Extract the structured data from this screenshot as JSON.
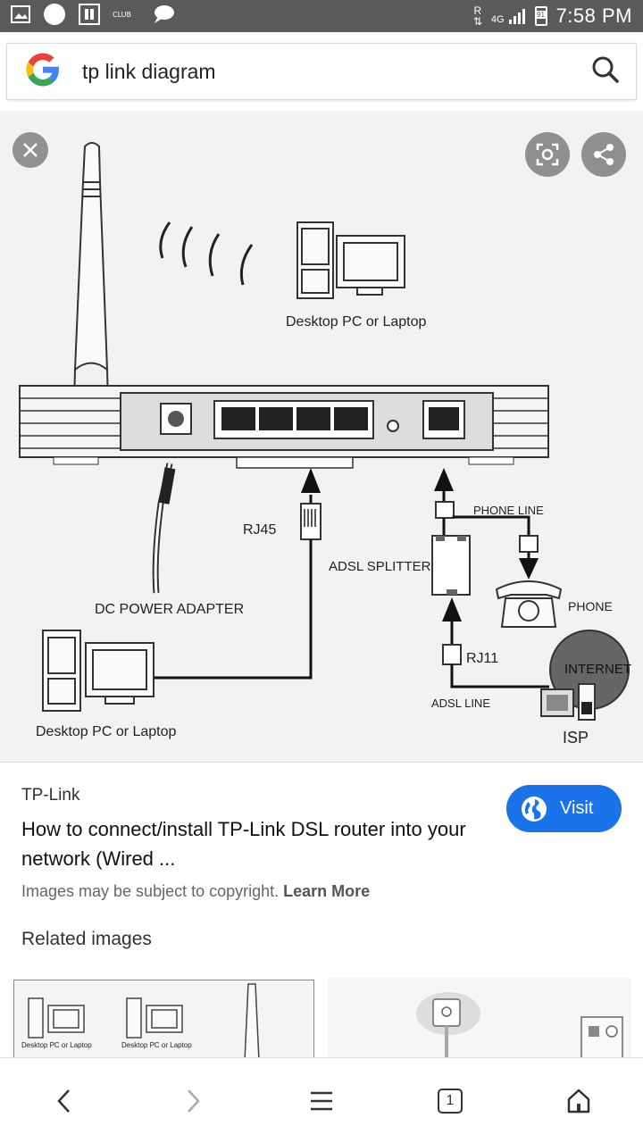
{
  "status_bar": {
    "time": "7:58 PM",
    "network": "4G",
    "roaming": "R",
    "battery": "91",
    "icons": [
      "image-icon",
      "circle-icon",
      "sim-icon",
      "club-icon",
      "chat-icon"
    ]
  },
  "search": {
    "query": "tp link diagram"
  },
  "diagram": {
    "top_pc_label": "Desktop PC or Laptop",
    "bottom_pc_label": "Desktop PC or Laptop",
    "dc_label": "DC POWER ADAPTER",
    "rj45_label": "RJ45",
    "splitter_label": "ADSL SPLITTER",
    "phone_line_label": "PHONE LINE",
    "phone_label": "PHONE",
    "rj11_label": "RJ11",
    "internet_label": "INTERNET",
    "adsl_line_label": "ADSL LINE",
    "isp_label": "ISP"
  },
  "result": {
    "source": "TP-Link",
    "title": "How to connect/install TP-Link DSL router into your network (Wired ...",
    "copyright": "Images may be subject to copyright.",
    "learn_more": "Learn More",
    "visit_label": "Visit",
    "related_label": "Related images",
    "thumb1_label_a": "Desktop PC or Laptop",
    "thumb1_label_b": "Desktop PC or Laptop"
  },
  "nav": {
    "tab_count": "1"
  },
  "colors": {
    "accent": "#1a73e8",
    "status_bar": "#5a5a5a"
  }
}
